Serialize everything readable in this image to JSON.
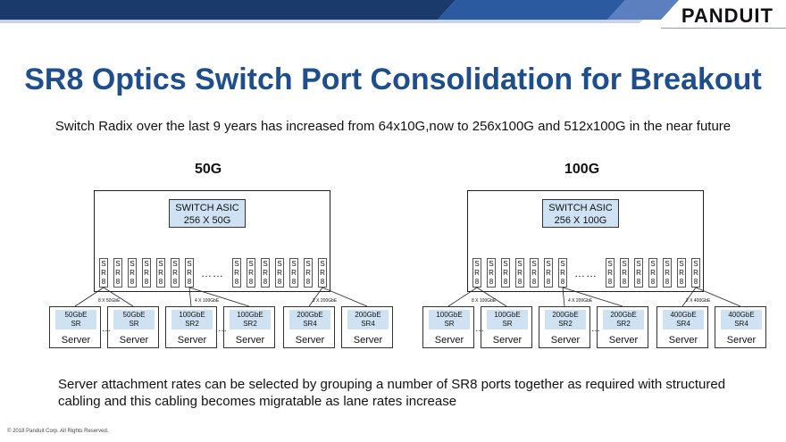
{
  "brand": {
    "logo_text": "PANDUIT",
    "banner_colors": [
      "#1a3a6b",
      "#2c5aa0",
      "#c9d3e3"
    ]
  },
  "title": "SR8 Optics Switch Port Consolidation for Breakout",
  "subtitle": "Switch Radix over the last 9 years has increased from 64x10G,now to 256x100G and 512x100G in the near future",
  "diagrams": [
    {
      "label": "50G",
      "asic_line1": "SWITCH ASIC",
      "asic_line2": "256 X 50G",
      "port_text": "S R 8",
      "dots": "……",
      "breakouts": [
        "8 X 50GbE",
        "4 X 100GbE",
        "2 X 200GbE"
      ],
      "servers": [
        {
          "optic_line1": "50GbE",
          "optic_line2": "SR",
          "label": "Server"
        },
        {
          "optic_line1": "50GbE",
          "optic_line2": "SR",
          "label": "Server"
        },
        {
          "optic_line1": "100GbE",
          "optic_line2": "SR2",
          "label": "Server"
        },
        {
          "optic_line1": "100GbE",
          "optic_line2": "SR2",
          "label": "Server"
        },
        {
          "optic_line1": "200GbE",
          "optic_line2": "SR4",
          "label": "Server"
        },
        {
          "optic_line1": "200GbE",
          "optic_line2": "SR4",
          "label": "Server"
        }
      ],
      "server_dots": "…"
    },
    {
      "label": "100G",
      "asic_line1": "SWITCH ASIC",
      "asic_line2": "256 X 100G",
      "port_text": "S R 8",
      "dots": "……",
      "breakouts": [
        "8 X 100GbE",
        "4 X 200GbE",
        "2 X 400GbE"
      ],
      "servers": [
        {
          "optic_line1": "100GbE",
          "optic_line2": "SR",
          "label": "Server"
        },
        {
          "optic_line1": "100GbE",
          "optic_line2": "SR",
          "label": "Server"
        },
        {
          "optic_line1": "200GbE",
          "optic_line2": "SR2",
          "label": "Server"
        },
        {
          "optic_line1": "200GbE",
          "optic_line2": "SR2",
          "label": "Server"
        },
        {
          "optic_line1": "400GbE",
          "optic_line2": "SR4",
          "label": "Server"
        },
        {
          "optic_line1": "400GbE",
          "optic_line2": "SR4",
          "label": "Server"
        }
      ],
      "server_dots": "…"
    }
  ],
  "body_text": "Server attachment rates can be selected by grouping a number of SR8 ports together as required with structured cabling and this cabling becomes migratable as lane rates increase",
  "footer": "© 2018 Panduit Corp.  All Rights Reserved."
}
